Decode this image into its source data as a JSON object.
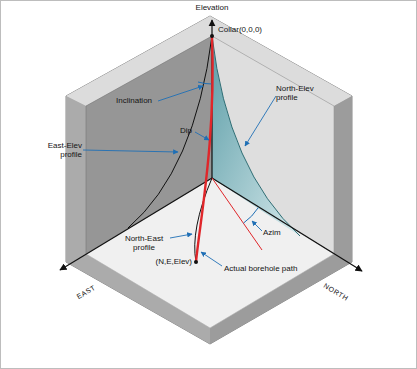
{
  "diagram": {
    "labels": [
      "Elevation",
      "Collar(0,0,0)",
      "Inclination",
      "East-Elev profile",
      "Dip",
      "North-Elev profile",
      "North-East profile",
      "Azim",
      "Actual borehole path",
      "EAST",
      "NORTH",
      "(N,E,Elev)"
    ]
  }
}
